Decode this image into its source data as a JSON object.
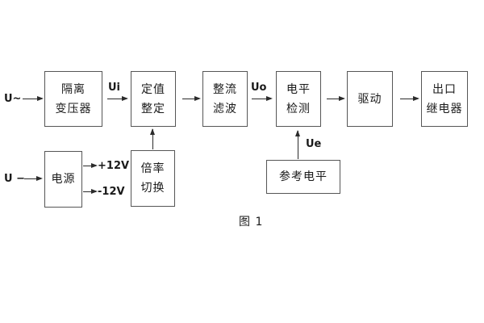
{
  "figure": {
    "caption": "图 1",
    "colors": {
      "background": "#ffffff",
      "box_border": "#565656",
      "line": "#2b2b2b",
      "text": "#1a1a1a"
    },
    "inputs": {
      "ac": "U~",
      "dc": "U −"
    },
    "signals": {
      "ui": "Ui",
      "uo": "Uo",
      "ue": "Ue",
      "plus12": "+12V",
      "minus12": "-12V"
    },
    "blocks": {
      "isolation_transformer": {
        "line1": "隔离",
        "line2": "变压器"
      },
      "setting_adjust": {
        "line1": "定值",
        "line2": "整定"
      },
      "rectifier_filter": {
        "line1": "整流",
        "line2": "滤波"
      },
      "level_detect": {
        "line1": "电平",
        "line2": "检测"
      },
      "drive": {
        "line1": "驱动"
      },
      "output_relay": {
        "line1": "出口",
        "line2": "继电器"
      },
      "power": {
        "line1": "电源"
      },
      "ratio_switch": {
        "line1": "倍率",
        "line2": "切换"
      },
      "reference_level": {
        "line1": "参考电平"
      }
    }
  }
}
